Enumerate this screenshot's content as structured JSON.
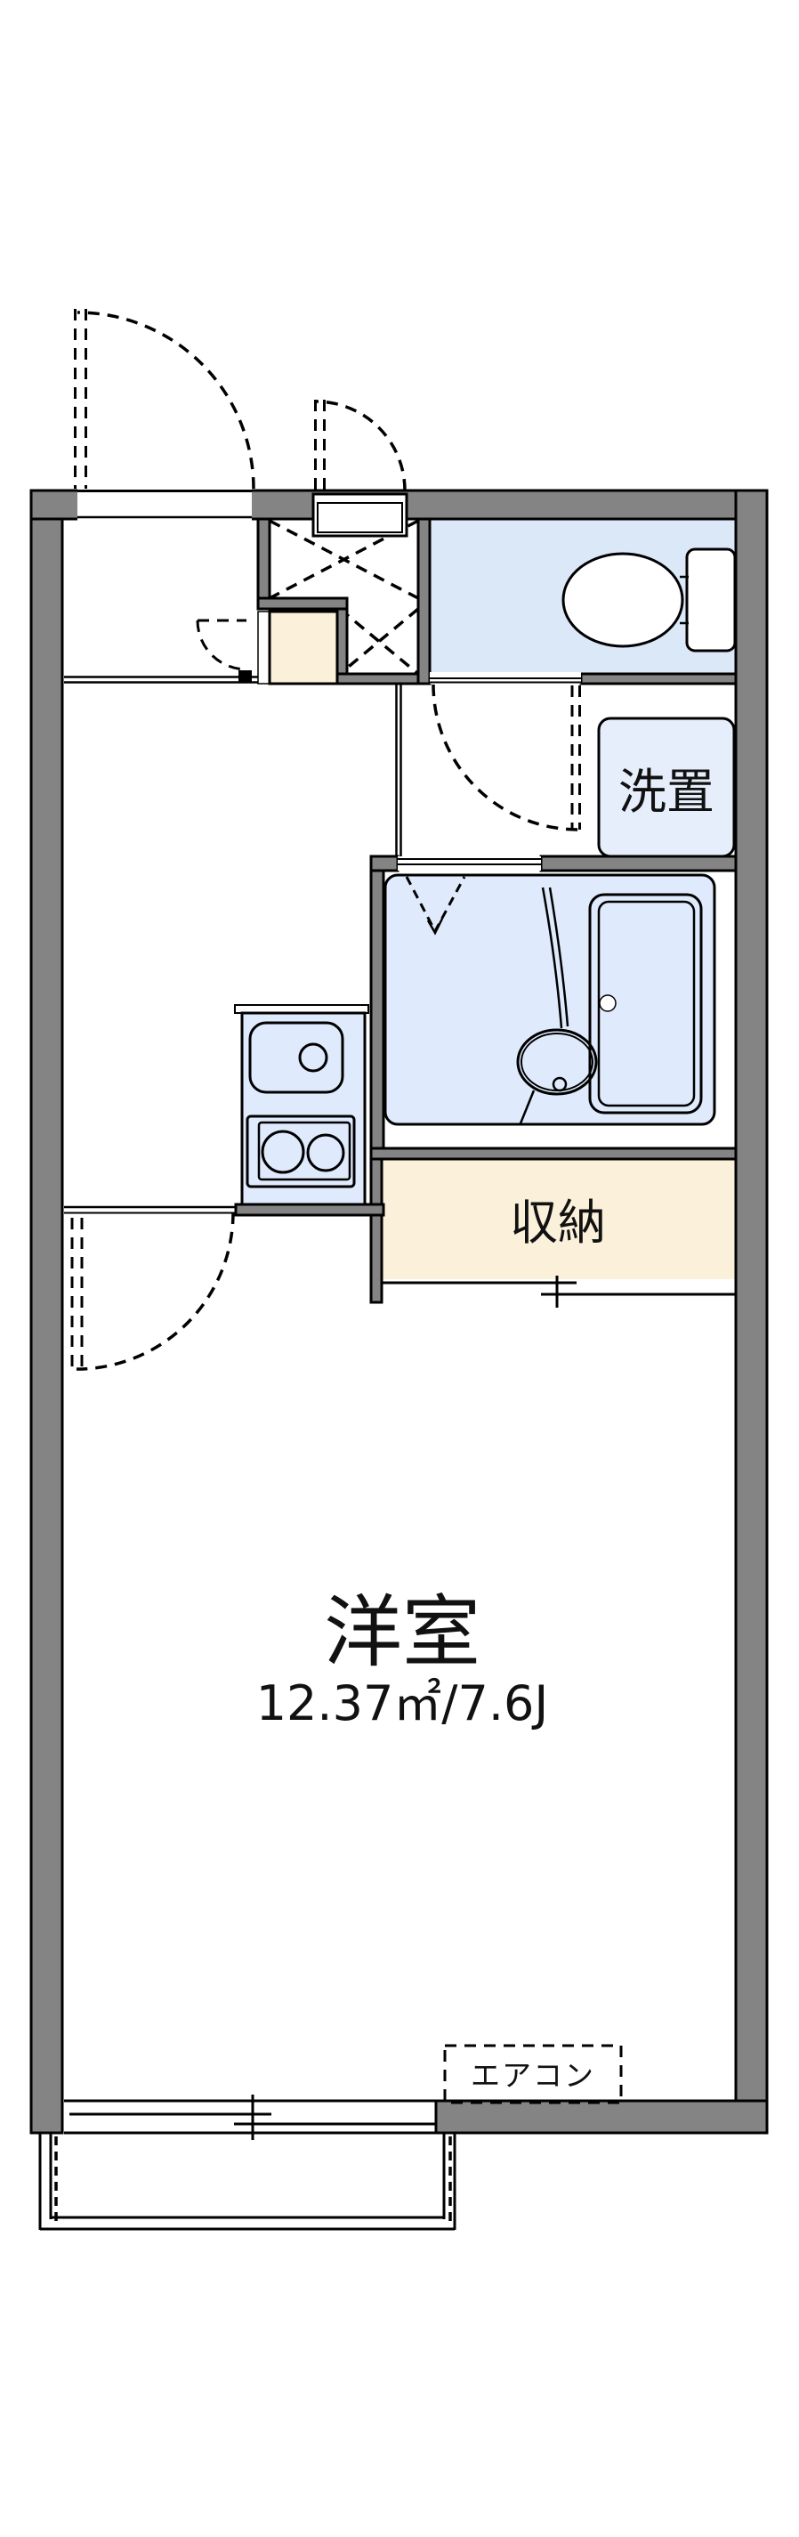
{
  "plan": {
    "labels": {
      "main_room": "洋室",
      "main_room_size": "12.37㎡/7.6J",
      "storage": "収納",
      "washer_space": "洗置",
      "aircon": "エアコン"
    },
    "colors": {
      "wall": "#848484",
      "line": "#000000",
      "roomblue": "#dbe8f8",
      "fixtureblue": "#dfeafc",
      "softblue": "#e6eefb",
      "cream": "#fbf0d9",
      "bg": "#ffffff"
    }
  }
}
